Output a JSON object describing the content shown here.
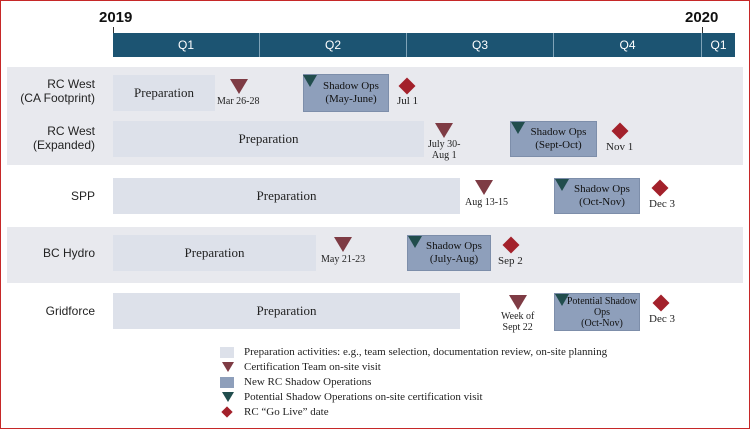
{
  "years": {
    "start": "2019",
    "end": "2020"
  },
  "quarters": [
    "Q1",
    "Q2",
    "Q3",
    "Q4",
    "Q1"
  ],
  "rows": [
    {
      "label_line1": "RC West",
      "label_line2": "(CA Footprint)",
      "preparation": "Preparation",
      "cert_visit": "Mar 26-28",
      "shadow_ops_line1": "Shadow Ops",
      "shadow_ops_line2": "(May-June)",
      "go_live": "Jul 1"
    },
    {
      "label_line1": "RC West",
      "label_line2": "(Expanded)",
      "preparation": "Preparation",
      "cert_visit_line1": "July 30-",
      "cert_visit_line2": "Aug 1",
      "shadow_ops_line1": "Shadow Ops",
      "shadow_ops_line2": "(Sept-Oct)",
      "go_live": "Nov 1"
    },
    {
      "label_line1": "SPP",
      "preparation": "Preparation",
      "cert_visit": "Aug 13-15",
      "shadow_ops_line1": "Shadow Ops",
      "shadow_ops_line2": "(Oct-Nov)",
      "go_live": "Dec 3"
    },
    {
      "label_line1": "BC Hydro",
      "preparation": "Preparation",
      "cert_visit": "May 21-23",
      "shadow_ops_line1": "Shadow Ops",
      "shadow_ops_line2": "(July-Aug)",
      "go_live": "Sep 2"
    },
    {
      "label_line1": "Gridforce",
      "preparation": "Preparation",
      "cert_visit_line1": "Week of",
      "cert_visit_line2": "Sept 22",
      "shadow_ops_line1": "Potential Shadow",
      "shadow_ops_line2": "Ops",
      "shadow_ops_line3": "(Oct-Nov)",
      "go_live": "Dec 3"
    }
  ],
  "legend": [
    {
      "text": "Preparation activities: e.g., team selection, documentation review, on-site planning",
      "color": "#dde1ea"
    },
    {
      "text": "Certification Team on-site visit",
      "color": "#7e3b44"
    },
    {
      "text": "New RC Shadow Operations",
      "color": "#8e9fbb"
    },
    {
      "text": "Potential Shadow Operations on-site certification visit",
      "color": "#214d4d"
    },
    {
      "text": "RC “Go Live” date",
      "color": "#a3212b"
    }
  ]
}
